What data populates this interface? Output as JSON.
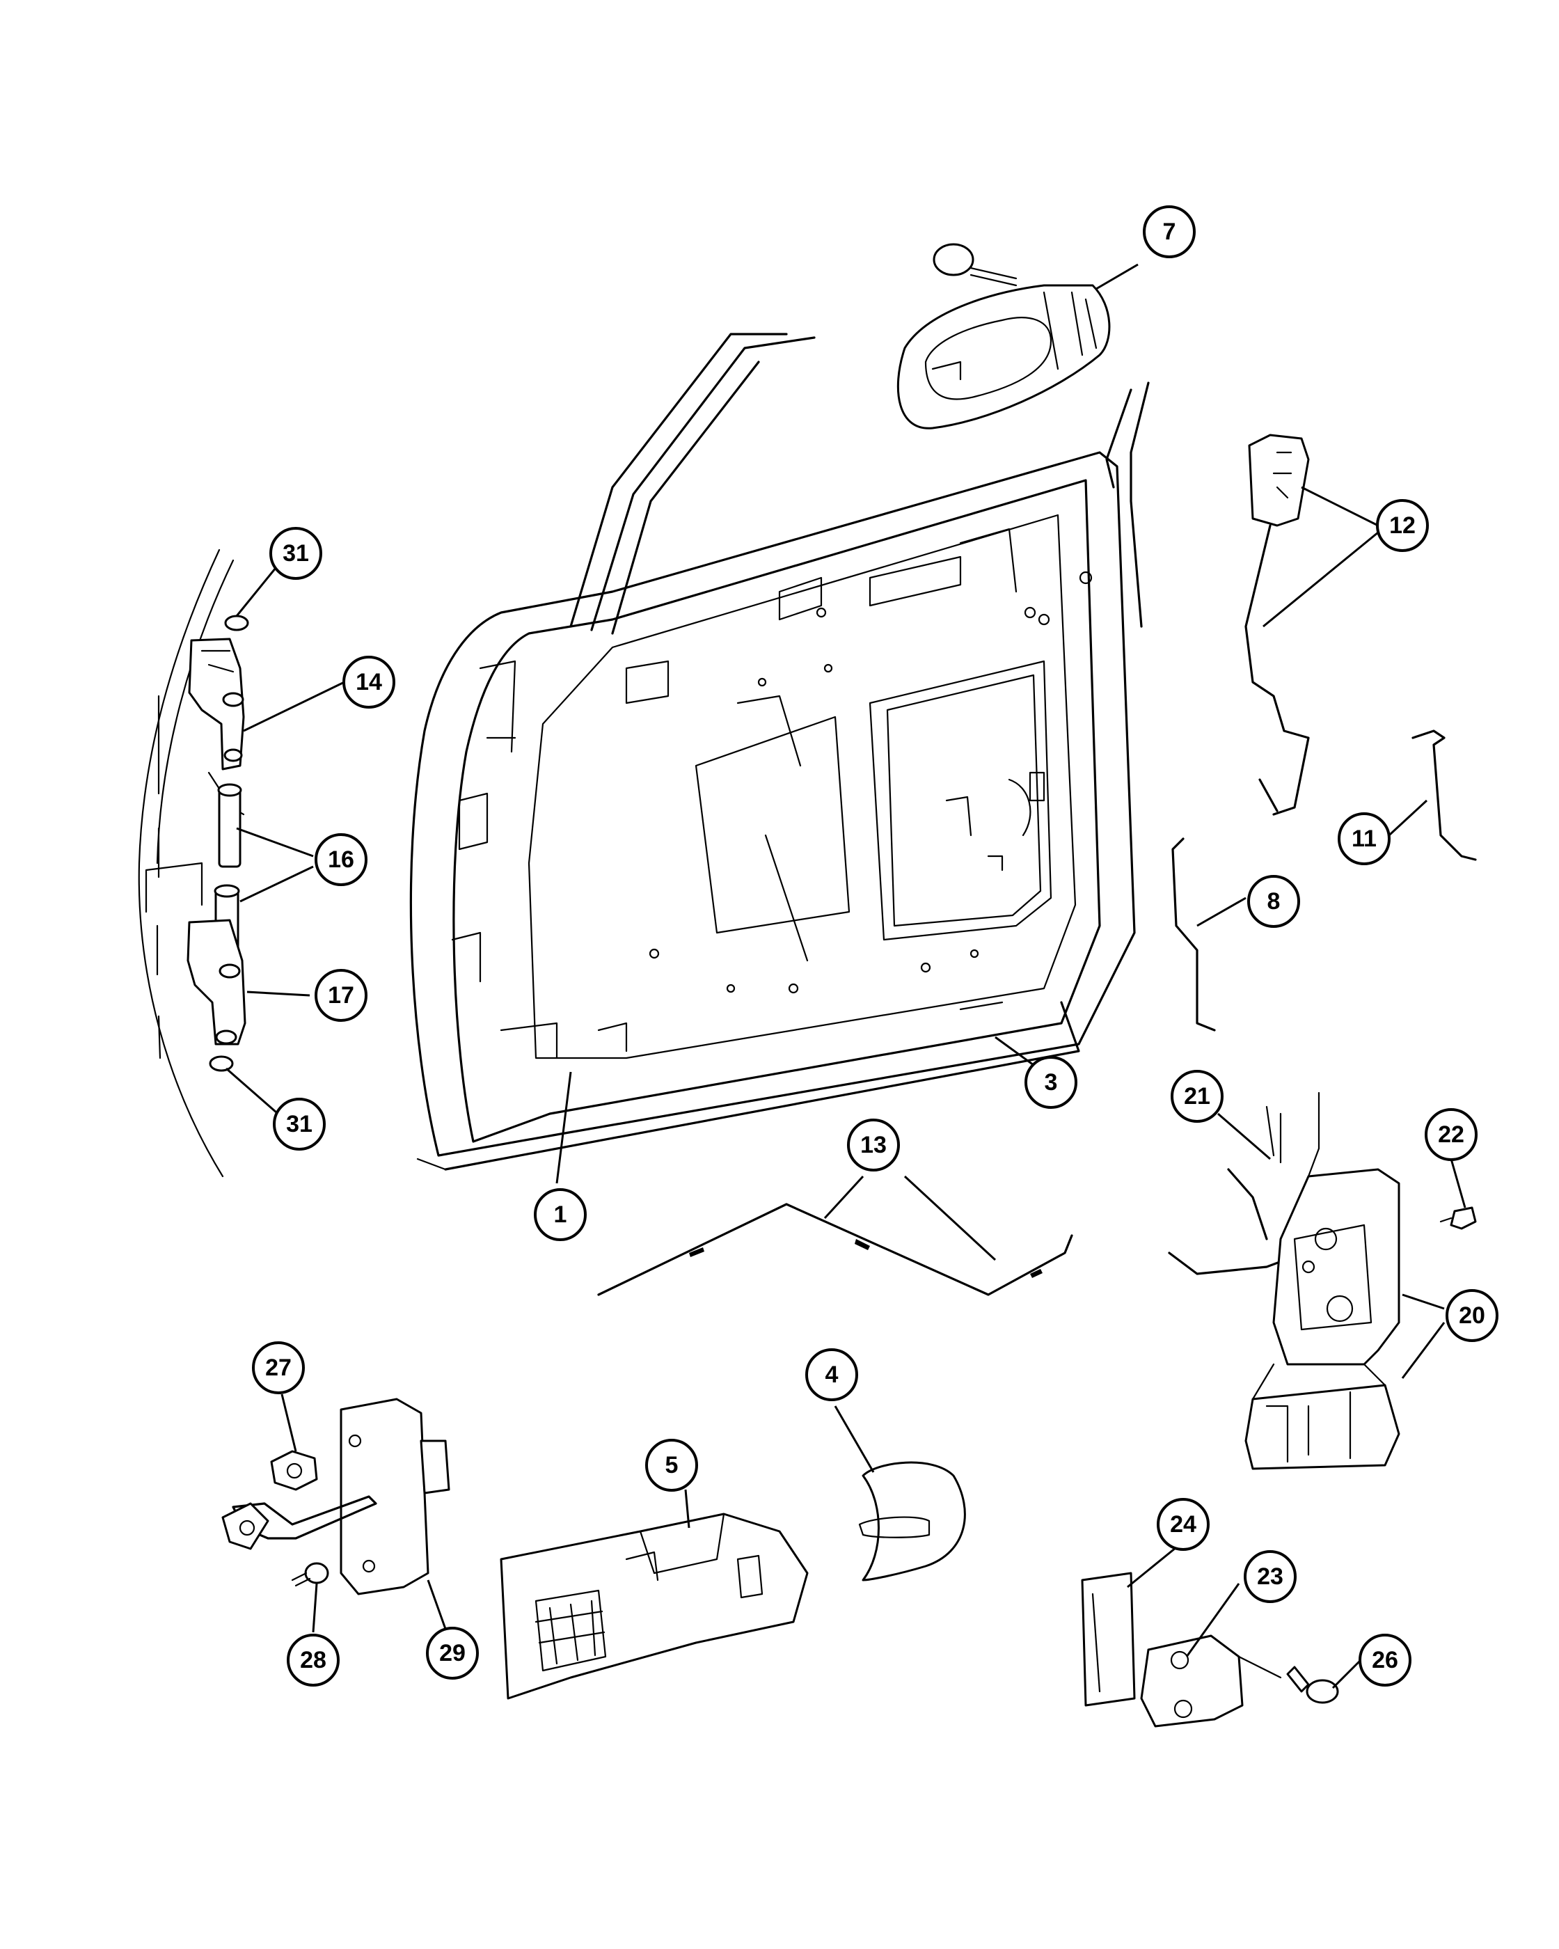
{
  "diagram": {
    "callouts": [
      {
        "id": "c1",
        "label": "1"
      },
      {
        "id": "c3",
        "label": "3"
      },
      {
        "id": "c4",
        "label": "4"
      },
      {
        "id": "c5",
        "label": "5"
      },
      {
        "id": "c7",
        "label": "7"
      },
      {
        "id": "c8",
        "label": "8"
      },
      {
        "id": "c11",
        "label": "11"
      },
      {
        "id": "c12",
        "label": "12"
      },
      {
        "id": "c13",
        "label": "13"
      },
      {
        "id": "c14",
        "label": "14"
      },
      {
        "id": "c16",
        "label": "16"
      },
      {
        "id": "c17",
        "label": "17"
      },
      {
        "id": "c20",
        "label": "20"
      },
      {
        "id": "c21",
        "label": "21"
      },
      {
        "id": "c22",
        "label": "22"
      },
      {
        "id": "c23",
        "label": "23"
      },
      {
        "id": "c24",
        "label": "24"
      },
      {
        "id": "c26",
        "label": "26"
      },
      {
        "id": "c27",
        "label": "27"
      },
      {
        "id": "c28",
        "label": "28"
      },
      {
        "id": "c29",
        "label": "29"
      },
      {
        "id": "c31a",
        "label": "31"
      },
      {
        "id": "c31b",
        "label": "31"
      }
    ]
  }
}
